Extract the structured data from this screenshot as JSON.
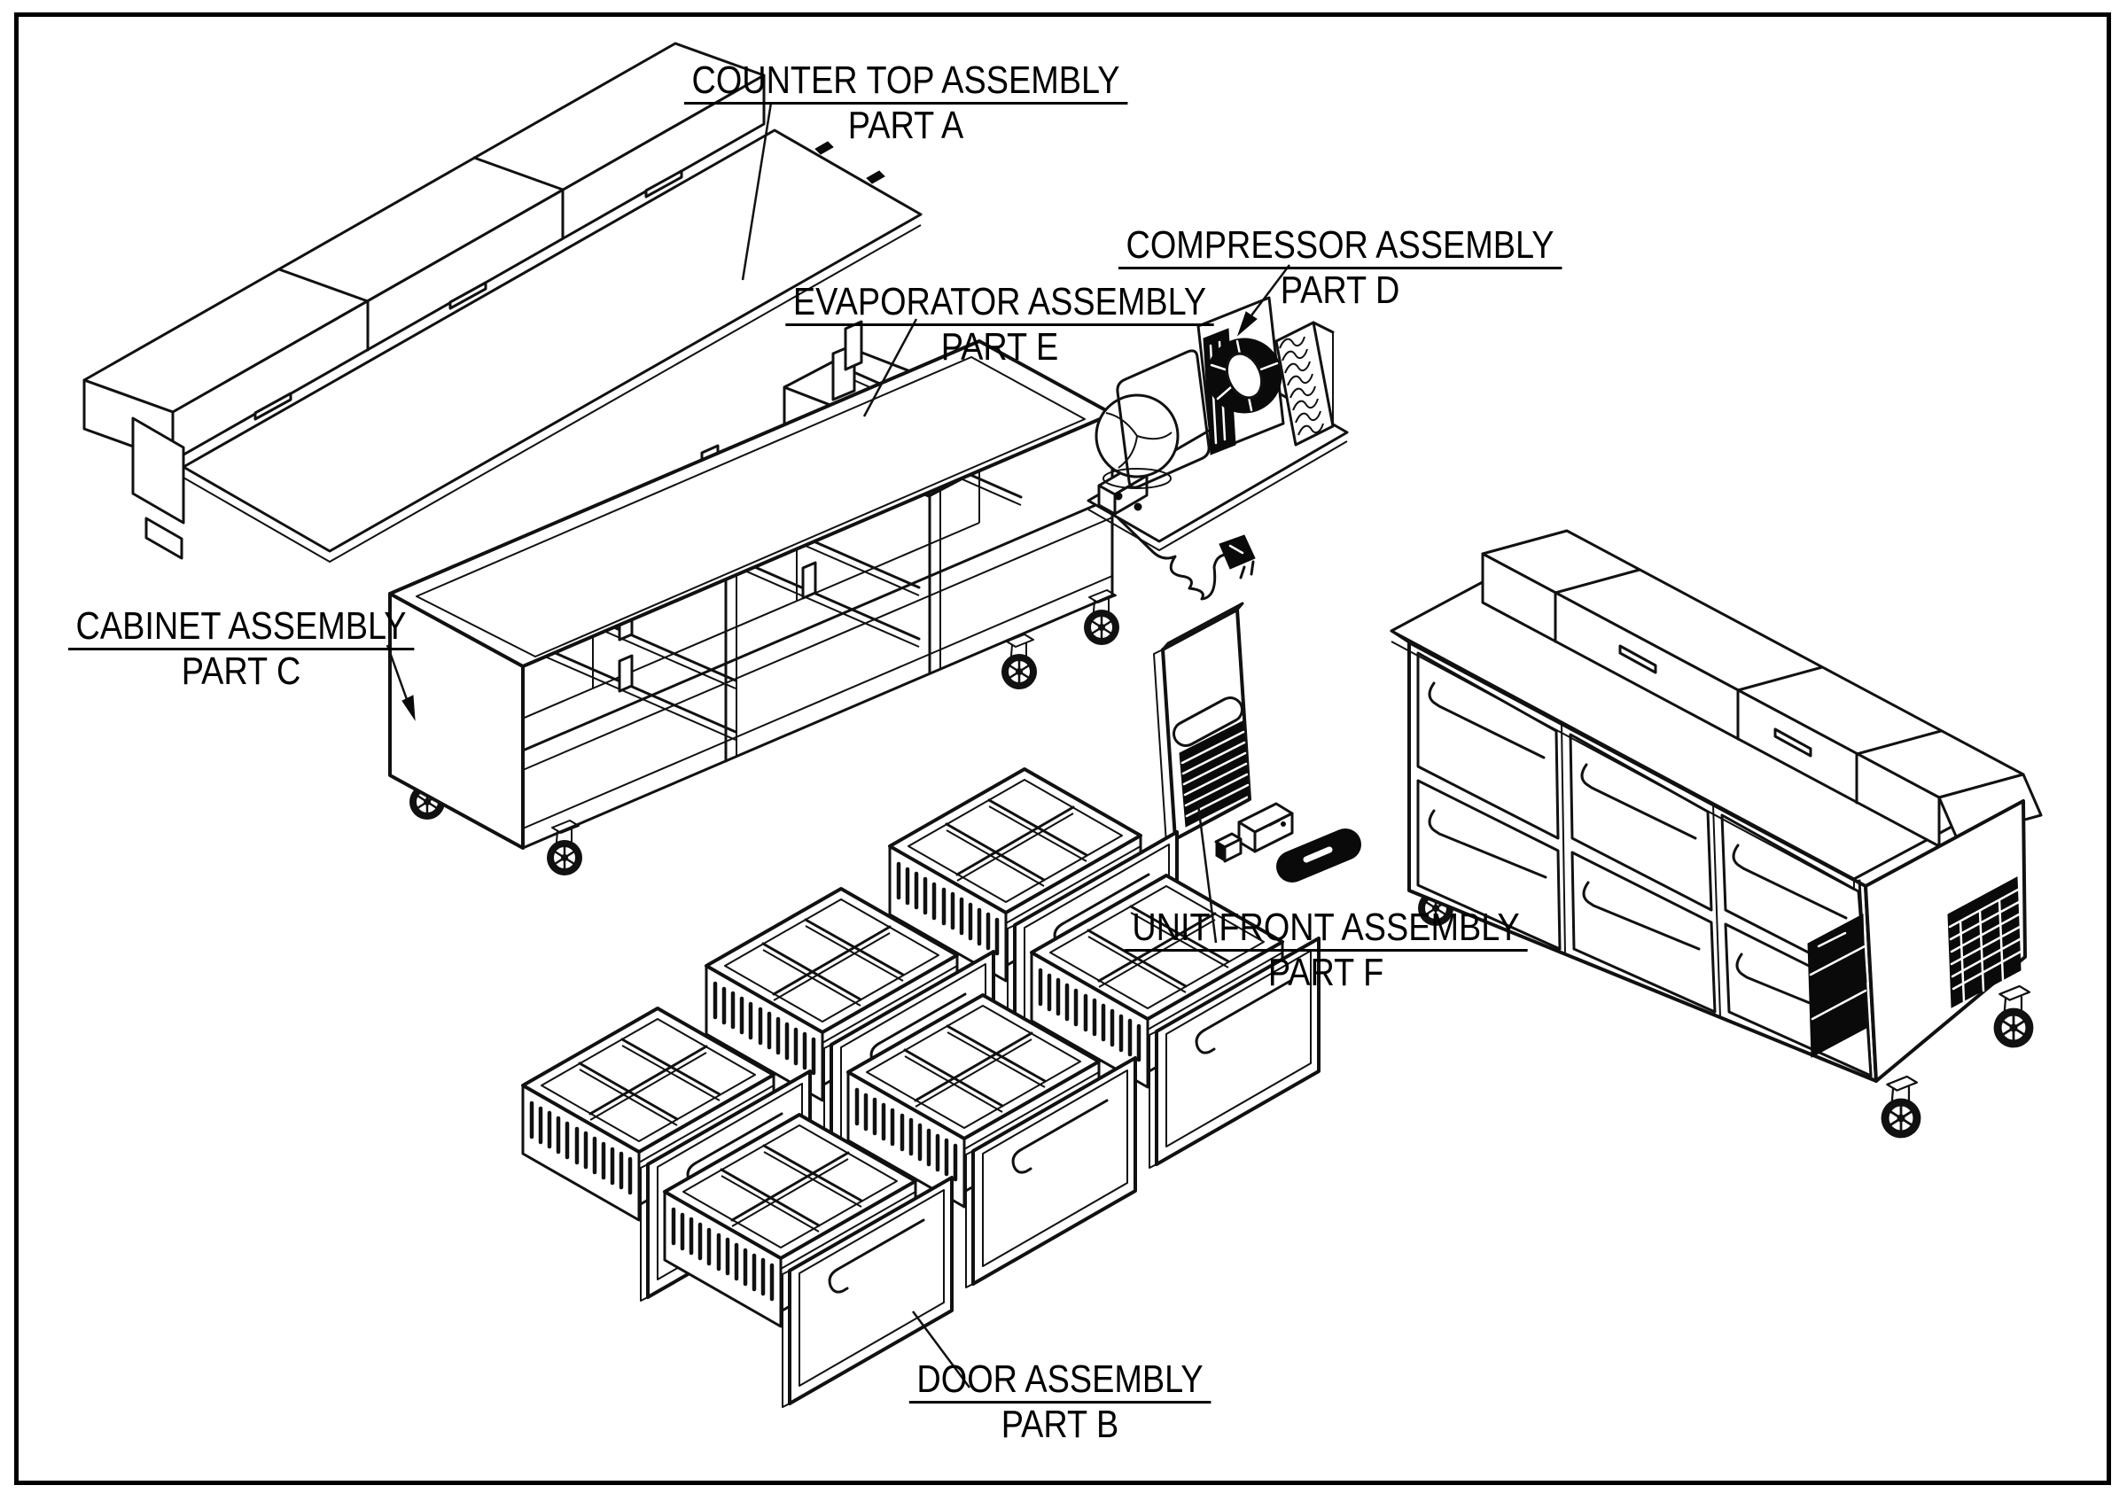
{
  "labels": {
    "part_a": {
      "line1": "COUNTER TOP ASSEMBLY",
      "line2": "PART A"
    },
    "part_b": {
      "line1": "DOOR ASSEMBLY",
      "line2": "PART B"
    },
    "part_c": {
      "line1": "CABINET ASSEMBLY",
      "line2": "PART C"
    },
    "part_d": {
      "line1": "COMPRESSOR ASSEMBLY",
      "line2": "PART D"
    },
    "part_e": {
      "line1": "EVAPORATOR ASSEMBLY",
      "line2": "PART E"
    },
    "part_f": {
      "line1": "UNIT FRONT ASSEMBLY",
      "line2": "PART F"
    }
  },
  "palette": {
    "line": "#111111",
    "background": "#ffffff",
    "dark_fill": "#0a0a0a"
  }
}
